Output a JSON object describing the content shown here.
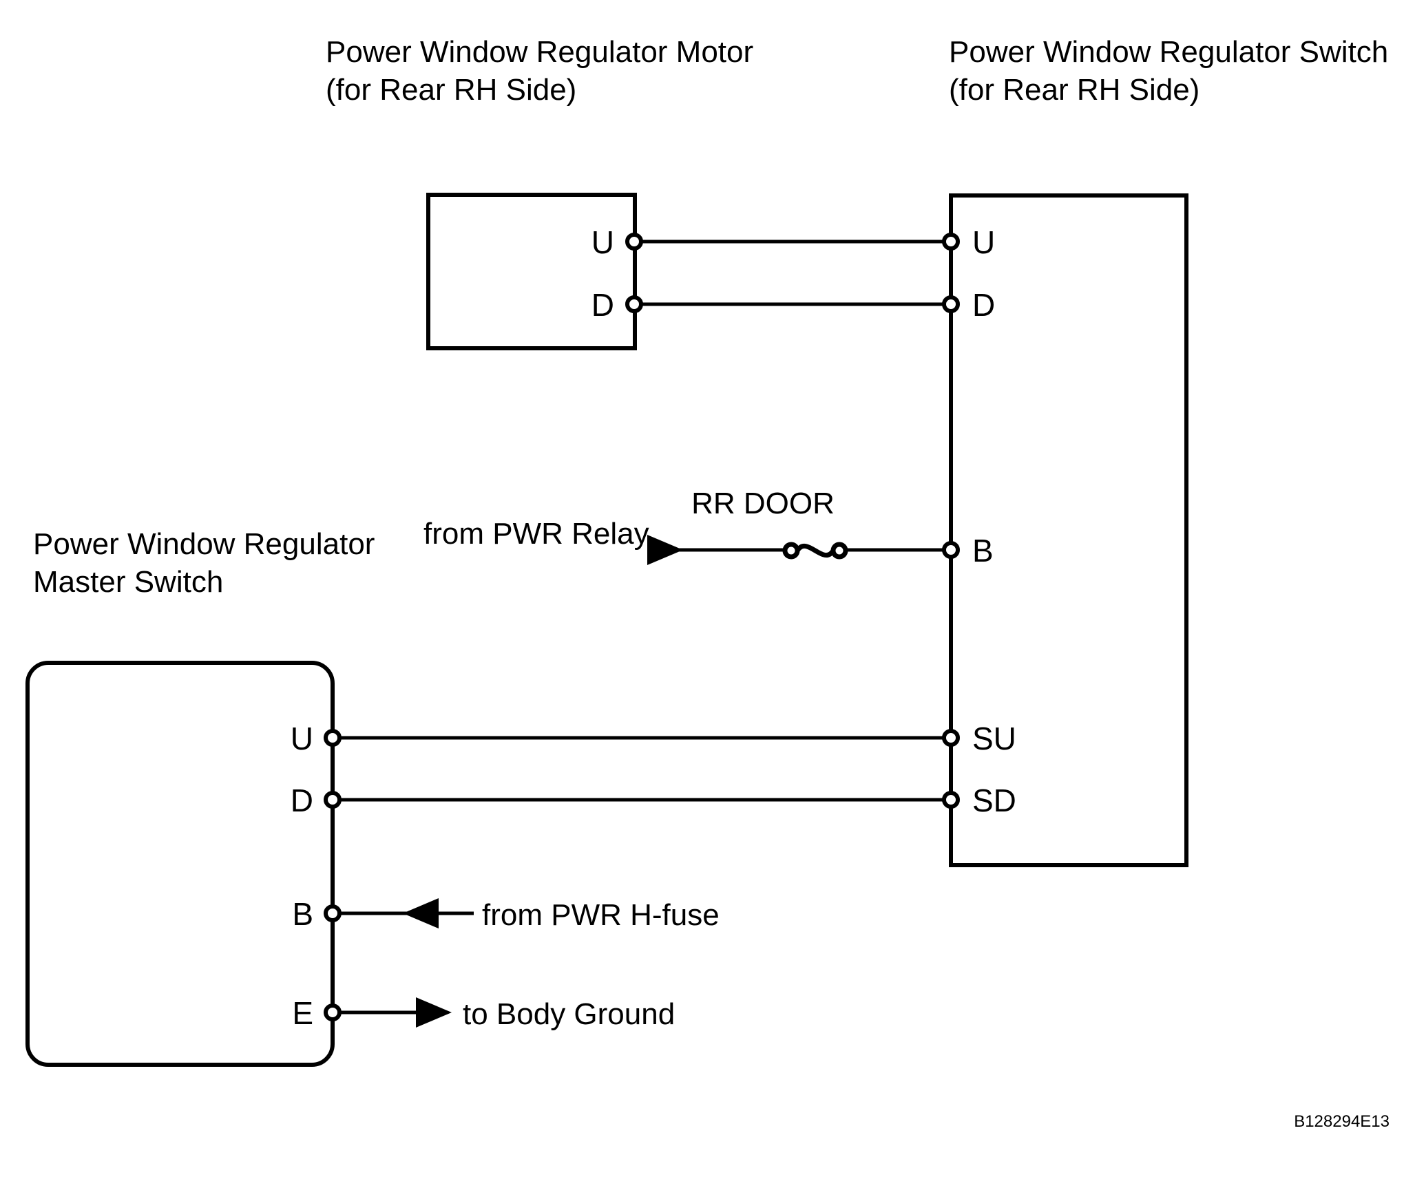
{
  "diagram": {
    "image_code": "B128294E13",
    "background_color": "#ffffff",
    "line_color": "#000000"
  },
  "components": {
    "motor": {
      "title_line1": "Power Window Regulator Motor",
      "title_line2": "(for Rear RH Side)",
      "terminals": [
        {
          "label": "U"
        },
        {
          "label": "D"
        }
      ]
    },
    "switch": {
      "title_line1": "Power Window Regulator Switch",
      "title_line2": "(for Rear RH Side)",
      "terminals": [
        {
          "label": "U"
        },
        {
          "label": "D"
        },
        {
          "label": "B"
        },
        {
          "label": "SU"
        },
        {
          "label": "SD"
        }
      ]
    },
    "master_switch": {
      "title_line1": "Power Window Regulator",
      "title_line2": "Master Switch",
      "terminals": [
        {
          "label": "U"
        },
        {
          "label": "D"
        },
        {
          "label": "B"
        },
        {
          "label": "E"
        }
      ]
    }
  },
  "annotations": {
    "fuse_name": "RR DOOR",
    "from_pwr_relay": "from PWR Relay",
    "from_pwr_hfuse": "from PWR H-fuse",
    "to_body_ground": "to Body Ground"
  },
  "connections": [
    {
      "from": "motor.U",
      "to": "switch.U"
    },
    {
      "from": "motor.D",
      "to": "switch.D"
    },
    {
      "from": "PWR Relay",
      "to": "switch.B",
      "via": "RR DOOR fuse"
    },
    {
      "from": "master_switch.U",
      "to": "switch.SU"
    },
    {
      "from": "master_switch.D",
      "to": "switch.SD"
    },
    {
      "from": "PWR H-fuse",
      "to": "master_switch.B"
    },
    {
      "from": "master_switch.E",
      "to": "Body Ground"
    }
  ]
}
